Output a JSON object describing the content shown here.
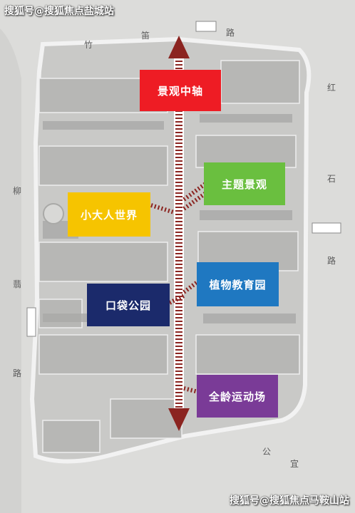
{
  "watermarks": {
    "top": "搜狐号@搜狐焦点盐城站",
    "bottom": "搜狐号@搜狐焦点马鞍山站"
  },
  "labels": {
    "central_axis": "景观中轴",
    "theme_landscape": "主题景观",
    "kids_world": "小大人世界",
    "pocket_park": "口袋公园",
    "plant_education": "植物教育园",
    "all_age_sports": "全龄运动场"
  },
  "label_colors": {
    "central_axis": "#ee1c24",
    "theme_landscape": "#6abf3f",
    "kids_world": "#f6c400",
    "pocket_park": "#1b2a6b",
    "plant_education": "#1f78c1",
    "all_age_sports": "#7a3b97"
  },
  "streets": {
    "top": [
      "竹",
      "笛",
      "路"
    ],
    "left": [
      "柳",
      "翡",
      "路"
    ],
    "right": [
      "红",
      "石",
      "路"
    ],
    "bottom_right": [
      "宜",
      "公"
    ]
  },
  "icons": {
    "axis_arrow": "double-headed-arrow",
    "branch_paths": "dashed-path-stripes"
  }
}
